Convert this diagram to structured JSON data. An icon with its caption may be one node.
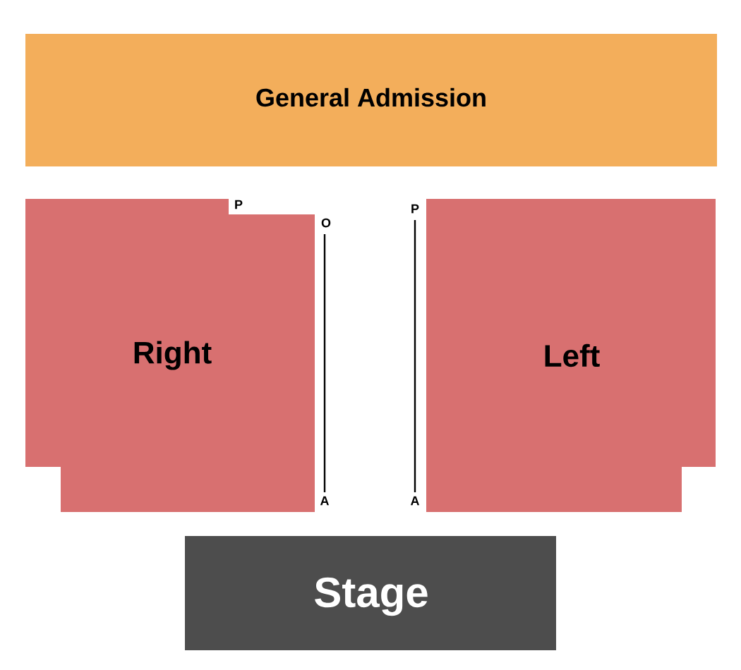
{
  "diagram": {
    "nodes": [
      {
        "text": [
          "General Admission"
        ]
      },
      {
        "text": [
          "Right"
        ]
      },
      {
        "text": [
          "Left"
        ]
      },
      {
        "text": [
          "Stage"
        ]
      }
    ],
    "labels": [
      "P",
      "P",
      "O",
      "A",
      "A"
    ]
  }
}
